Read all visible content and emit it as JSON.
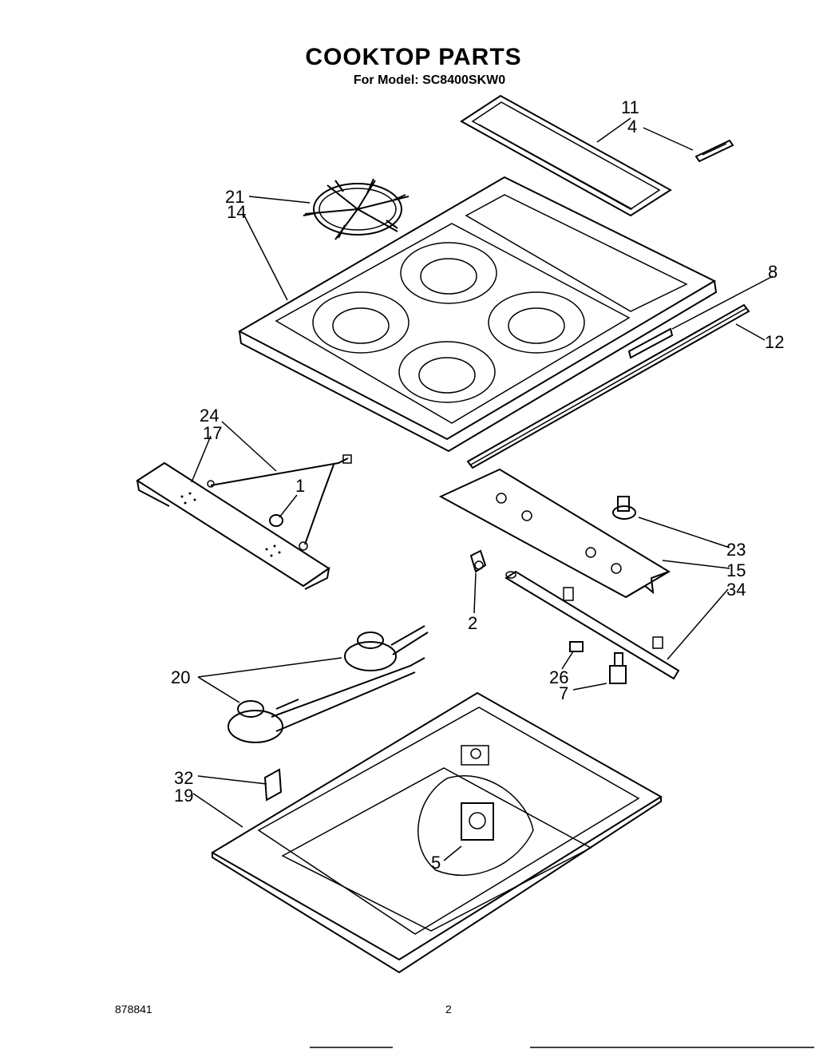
{
  "header": {
    "title": "COOKTOP PARTS",
    "model_line": "For Model: SC8400SKW0"
  },
  "callouts": {
    "c11": "11",
    "c4": "4",
    "c21": "21",
    "c14": "14",
    "c8": "8",
    "c12": "12",
    "c24": "24",
    "c17": "17",
    "c1": "1",
    "c23": "23",
    "c15": "15",
    "c34": "34",
    "c2": "2",
    "c20": "20",
    "c26": "26",
    "c7": "7",
    "c32": "32",
    "c19": "19",
    "c5": "5"
  },
  "footer": {
    "doc_number": "878841",
    "page_number": "2"
  }
}
